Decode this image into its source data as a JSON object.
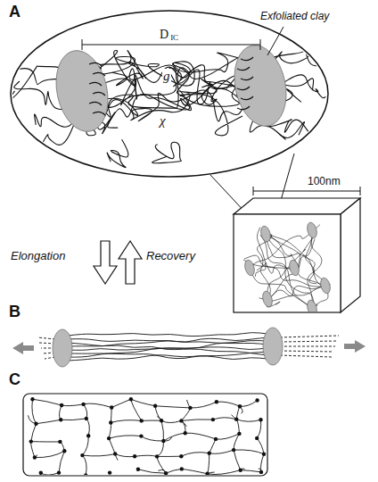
{
  "diagram": {
    "labels": [
      "A",
      "Exfoliated clay",
      "D",
      "IC",
      "g",
      "χ",
      "100nm",
      "Elongation",
      "Recovery",
      "B",
      "C"
    ]
  }
}
